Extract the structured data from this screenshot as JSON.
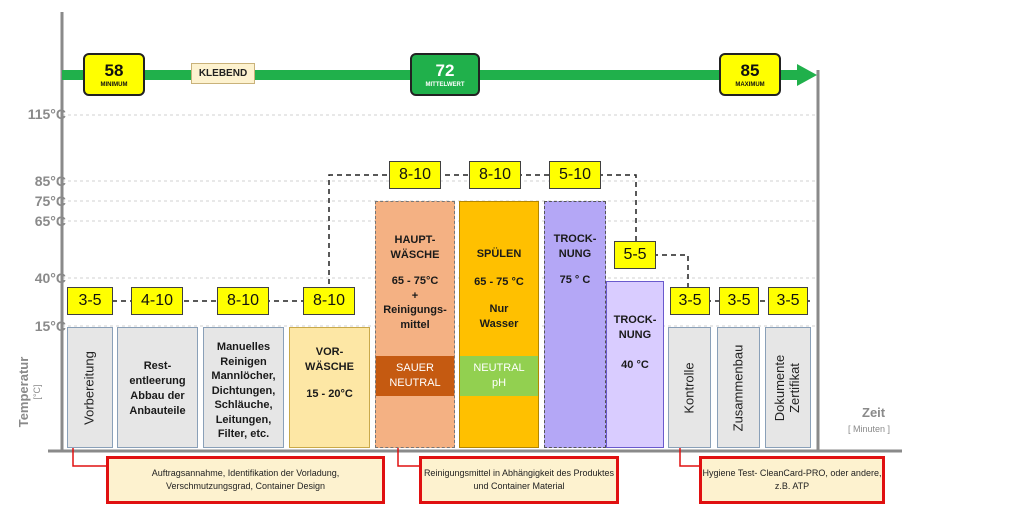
{
  "timeline": {
    "klebend": "KLEBEND",
    "minimum": {
      "value": "58",
      "label": "MINIMUM"
    },
    "mittelwert": {
      "value": "72",
      "label": "MITTELWERT"
    },
    "maximum": {
      "value": "85",
      "label": "MAXIMUM"
    }
  },
  "y_axis": {
    "title": "Temperatur",
    "unit": "[°C]",
    "ticks": [
      "115°C",
      "85°C",
      "75°C",
      "65°C",
      "40°C",
      "15°C"
    ]
  },
  "x_axis": {
    "title": "Zeit",
    "unit": "[ Minuten ]"
  },
  "steps": [
    {
      "duration": "3-5",
      "lines": [
        "Vorbereitung"
      ]
    },
    {
      "duration": "4-10",
      "lines": [
        "Rest-",
        "entleerung",
        "Abbau der",
        "Anbauteile"
      ]
    },
    {
      "duration": "8-10",
      "lines": [
        "Manuelles",
        "Reinigen",
        "Mannlöcher,",
        "Dichtungen,",
        "Schläuche,",
        "Leitungen,",
        "Filter, etc."
      ]
    },
    {
      "duration": "8-10",
      "lines": [
        "VOR-",
        "WÄSCHE",
        "",
        "15 - 20°C"
      ]
    },
    {
      "duration": "8-10",
      "lines": [
        "HAUPT-",
        "WÄSCHE",
        "",
        "65 - 75°C",
        "+",
        "Reinigungs-",
        "mittel"
      ],
      "band": [
        "SAUER",
        "NEUTRAL"
      ]
    },
    {
      "duration": "8-10",
      "lines": [
        "SPÜLEN",
        "",
        "65 - 75 °C",
        "",
        "Nur",
        "Wasser"
      ],
      "band": [
        "NEUTRAL",
        "pH"
      ]
    },
    {
      "duration": "5-10",
      "lines": [
        "TROCK-",
        "NUNG",
        "",
        "75 ° C"
      ]
    },
    {
      "duration": "5-5",
      "lines": [
        "TROCK-",
        "NUNG",
        "",
        "40 °C"
      ]
    },
    {
      "duration": "3-5",
      "lines": [
        "Kontrolle"
      ]
    },
    {
      "duration": "3-5",
      "lines": [
        "Zusammenbau"
      ]
    },
    {
      "duration": "3-5",
      "lines": [
        "Dokumente",
        "Zertifikat"
      ]
    }
  ],
  "notes": [
    "Auftragsannahme, Identifikation der Vorladung, Verschmutzungsgrad, Container Design",
    "Reinigungsmittel in Abhängigkeit des Produktes und Container Material",
    "Hygiene Test- CleanCard-PRO, oder andere, z.B. ATP"
  ],
  "colors": {
    "arrow": "#20b04b",
    "badge": "#ffff00",
    "step_grey": "#e6e6e6",
    "vorwaesche": "#fde7a5",
    "hauptwaesche": "#f4b183",
    "sauer_band": "#c55a11",
    "spuelen": "#ffc000",
    "neutral_band": "#92d050",
    "trocknung_75": "#b4a7f6",
    "trocknung_40": "#d9ccff",
    "note_border": "#e01010"
  }
}
